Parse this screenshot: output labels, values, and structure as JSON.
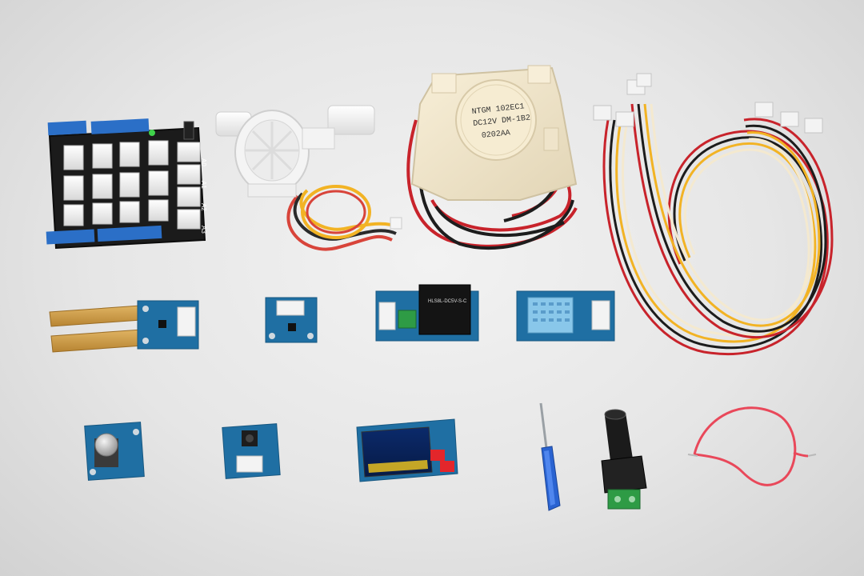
{
  "scene": {
    "background": "#e8e8e8",
    "pcb_color": "#1f6fa3",
    "base_shield": {
      "pin_labels": [
        "A0",
        "A1",
        "A2",
        "A3"
      ],
      "pcb_color": "#1a1a1a"
    },
    "pump": {
      "label_line1": "NTGM 102EC1",
      "label_line2": "DC12V DM-1B2",
      "label_line3": "0202AA"
    },
    "relay": {
      "brand": "",
      "model": "HLS8L-DC5V-S-C"
    }
  }
}
